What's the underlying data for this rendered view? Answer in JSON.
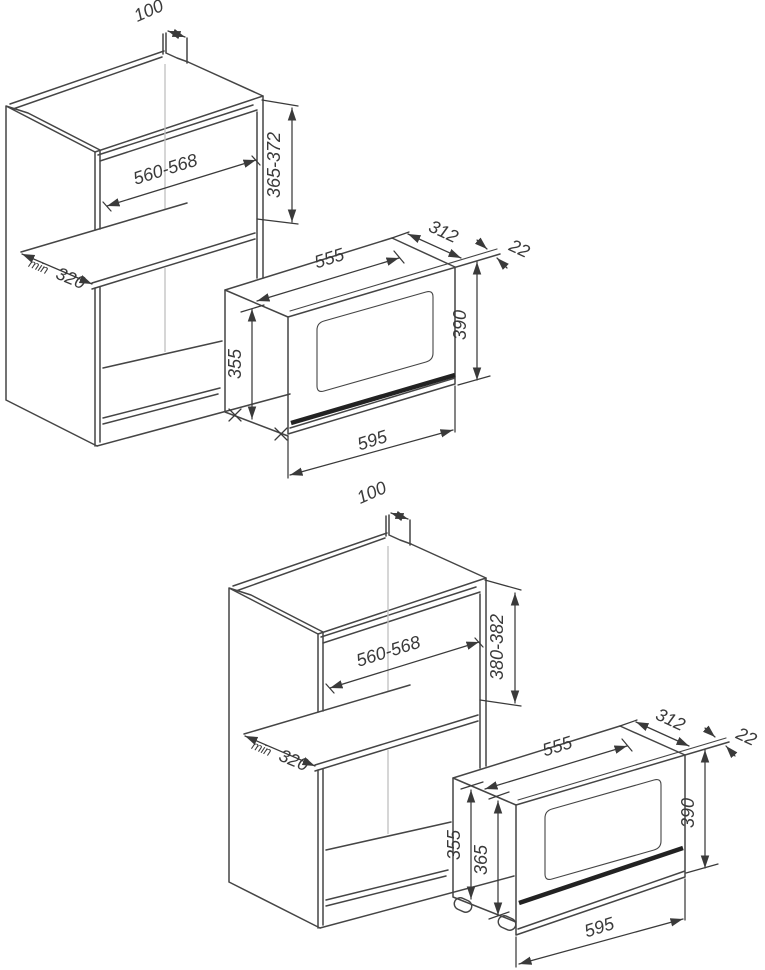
{
  "colors": {
    "line": "#454545",
    "dim": "#3a3a3a",
    "seam": "#c0c0c0",
    "band": "#222222",
    "bg": "#ffffff"
  },
  "diagrams": {
    "top": {
      "vent": "100",
      "niche_width": "560-568",
      "niche_height": "365-372",
      "depth_min_prefix": "min",
      "depth_min": "320",
      "body_width": "555",
      "body_depth": "312",
      "door_overhang": "22",
      "door_height": "390",
      "body_height": "355",
      "door_width": "595"
    },
    "bottom": {
      "vent": "100",
      "niche_width": "560-568",
      "niche_height": "380-382",
      "depth_min_prefix": "min",
      "depth_min": "320",
      "body_width": "555",
      "body_depth": "312",
      "door_overhang": "22",
      "door_height": "390",
      "body_height": "355",
      "height_with_feet": "365",
      "door_width": "595"
    }
  }
}
